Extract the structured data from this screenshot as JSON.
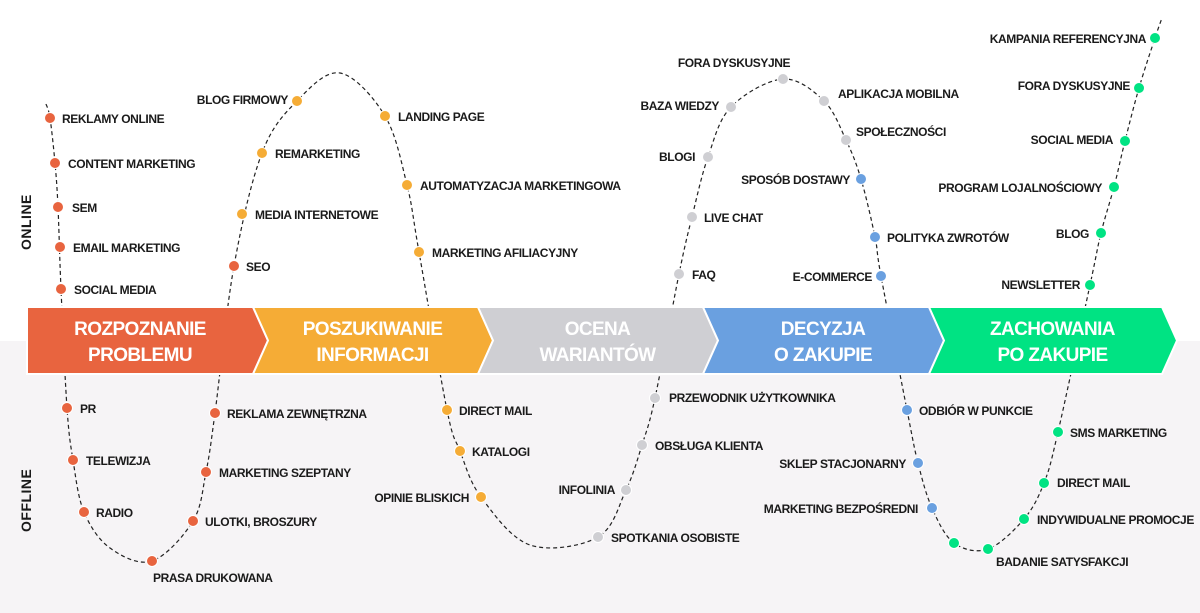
{
  "side_labels": {
    "online": "ONLINE",
    "offline": "OFFLINE"
  },
  "stages": [
    {
      "line1": "ROZPOZNANIE",
      "line2": "PROBLEMU",
      "color": "#e8643f",
      "points": [
        "REKLAMY ONLINE",
        "CONTENT MARKETING",
        "SEM",
        "EMAIL MARKETING",
        "SOCIAL MEDIA",
        "SEO",
        "PR",
        "TELEWIZJA",
        "RADIO",
        "PRASA DRUKOWANA",
        "ULOTKI, BROSZURY",
        "MARKETING SZEPTANY",
        "REKLAMA ZEWNĘTRZNA"
      ]
    },
    {
      "line1": "POSZUKIWANIE",
      "line2": "INFORMACJI",
      "color": "#f5ac36",
      "points": [
        "MEDIA INTERNETOWE",
        "REMARKETING",
        "BLOG FIRMOWY",
        "LANDING PAGE",
        "AUTOMATYZACJA MARKETINGOWA",
        "MARKETING AFILIACYJNY",
        "DIRECT MAIL",
        "KATALOGI",
        "OPINIE BLISKICH"
      ]
    },
    {
      "line1": "OCENA",
      "line2": "WARIANTÓW",
      "color": "#cfcfd3",
      "points": [
        "SPOTKANIA OSOBISTE",
        "INFOLINIA",
        "OBSŁUGA KLIENTA",
        "PRZEWODNIK UŻYTKOWNIKA",
        "FAQ",
        "LIVE CHAT",
        "BLOGI",
        "BAZA WIEDZY",
        "FORA DYSKUSYJNE",
        "APLIKACJA MOBILNA",
        "SPOŁECZNOŚCI"
      ]
    },
    {
      "line1": "DECYZJA",
      "line2": "O ZAKUPIE",
      "color": "#6aa0e0",
      "points": [
        "SPOSÓB DOSTAWY",
        "POLITYKA ZWROTÓW",
        "E-COMMERCE",
        "ODBIÓR W PUNKCIE",
        "SKLEP STACJONARNY",
        "MARKETING BEZPOŚREDNI"
      ]
    },
    {
      "line1": "ZACHOWANIA",
      "line2": "PO ZAKUPIE",
      "color": "#00e383",
      "points": [
        "",
        "BADANIE SATYSFAKCJI",
        "INDYWIDUALNE PROMOCJE",
        "DIRECT MAIL",
        "SMS MARKETING",
        "NEWSLETTER",
        "BLOG",
        "PROGRAM LOJALNOŚCIOWY",
        "SOCIAL MEDIA",
        "FORA DYSKUSYJNE",
        "KAMPANIA REFERENCYJNA"
      ]
    }
  ]
}
